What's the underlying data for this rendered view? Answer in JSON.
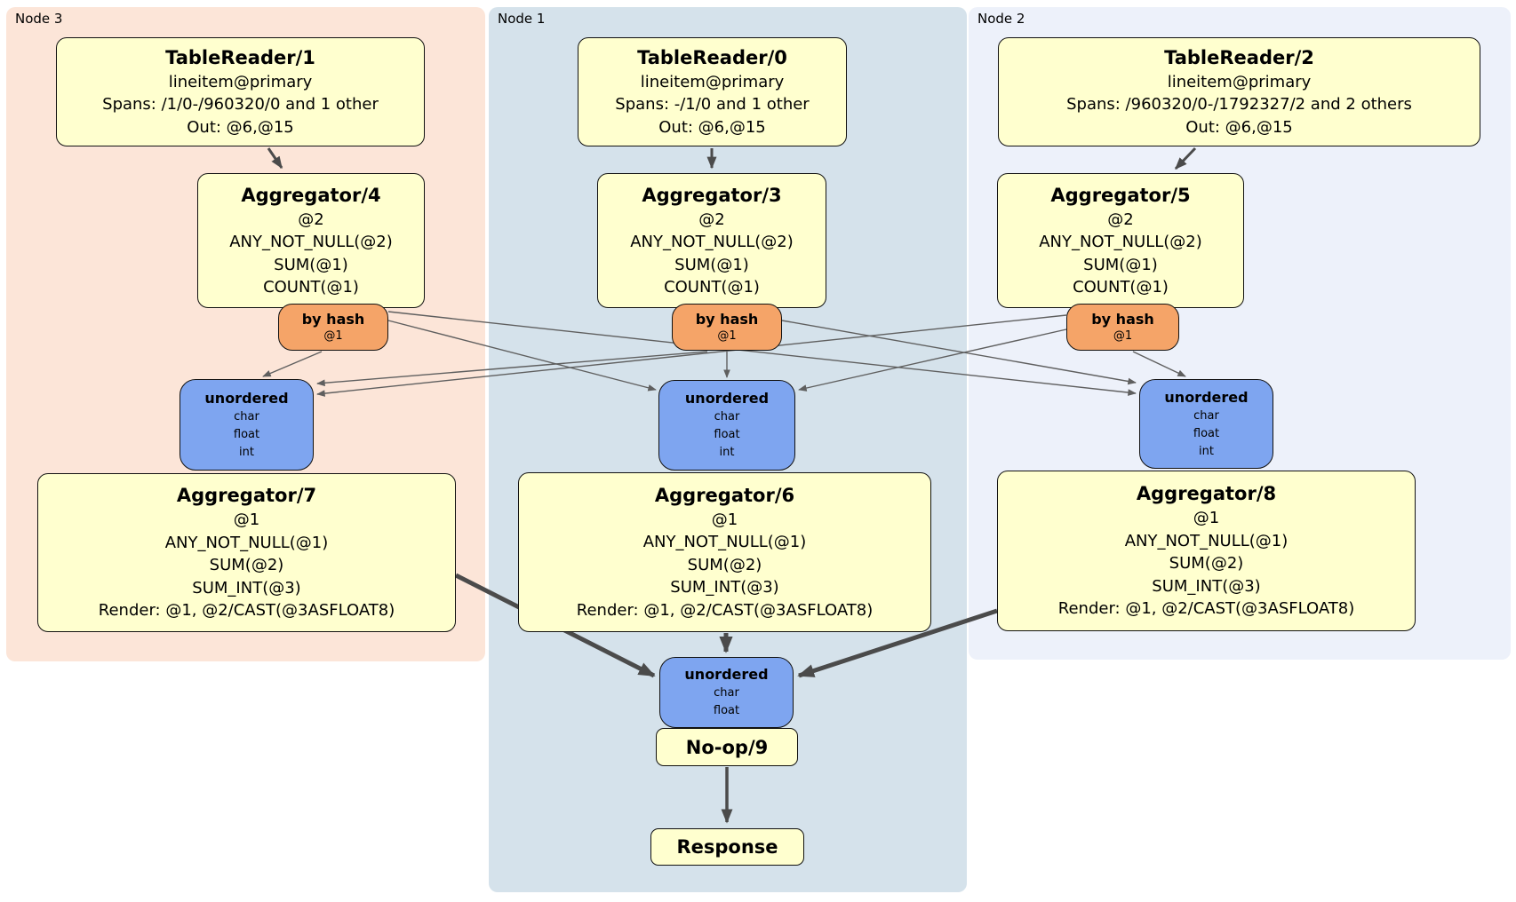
{
  "colors": {
    "panel_node3_bg": "#fce5d8",
    "panel_node1_bg": "#d5e2eb",
    "panel_node2_bg": "#edf1fa",
    "processor_fill": "#ffffcf",
    "router_fill": "#f5a468",
    "sync_fill": "#7ea5f0",
    "edge_thin": "#5f5f5f",
    "edge_thick": "#4b4b4b"
  },
  "panels": {
    "node3": {
      "label": "Node 3"
    },
    "node1": {
      "label": "Node 1"
    },
    "node2": {
      "label": "Node 2"
    }
  },
  "nodes": {
    "tr1": {
      "title": "TableReader/1",
      "lines": [
        "lineitem@primary",
        "Spans: /1/0-/960320/0 and 1 other",
        "Out: @6,@15"
      ]
    },
    "agg4": {
      "title": "Aggregator/4",
      "lines": [
        "@2",
        "ANY_NOT_NULL(@2)",
        "SUM(@1)",
        "COUNT(@1)"
      ]
    },
    "hash3": {
      "title": "by hash",
      "lines": [
        "@1"
      ]
    },
    "un3": {
      "title": "unordered",
      "lines": [
        "char",
        "float",
        "int"
      ]
    },
    "agg7": {
      "title": "Aggregator/7",
      "lines": [
        "@1",
        "ANY_NOT_NULL(@1)",
        "SUM(@2)",
        "SUM_INT(@3)",
        "Render: @1, @2/CAST(@3ASFLOAT8)"
      ]
    },
    "tr0": {
      "title": "TableReader/0",
      "lines": [
        "lineitem@primary",
        "Spans: -/1/0 and 1 other",
        "Out: @6,@15"
      ]
    },
    "agg3": {
      "title": "Aggregator/3",
      "lines": [
        "@2",
        "ANY_NOT_NULL(@2)",
        "SUM(@1)",
        "COUNT(@1)"
      ]
    },
    "hash1": {
      "title": "by hash",
      "lines": [
        "@1"
      ]
    },
    "un1": {
      "title": "unordered",
      "lines": [
        "char",
        "float",
        "int"
      ]
    },
    "agg6": {
      "title": "Aggregator/6",
      "lines": [
        "@1",
        "ANY_NOT_NULL(@1)",
        "SUM(@2)",
        "SUM_INT(@3)",
        "Render: @1, @2/CAST(@3ASFLOAT8)"
      ]
    },
    "unfinal": {
      "title": "unordered",
      "lines": [
        "char",
        "float"
      ]
    },
    "noop": {
      "title": "No-op/9"
    },
    "response": {
      "title": "Response"
    },
    "tr2": {
      "title": "TableReader/2",
      "lines": [
        "lineitem@primary",
        "Spans: /960320/0-/1792327/2 and 2 others",
        "Out: @6,@15"
      ]
    },
    "agg5": {
      "title": "Aggregator/5",
      "lines": [
        "@2",
        "ANY_NOT_NULL(@2)",
        "SUM(@1)",
        "COUNT(@1)"
      ]
    },
    "hash2": {
      "title": "by hash",
      "lines": [
        "@1"
      ]
    },
    "un2": {
      "title": "unordered",
      "lines": [
        "char",
        "float",
        "int"
      ]
    },
    "agg8": {
      "title": "Aggregator/8",
      "lines": [
        "@1",
        "ANY_NOT_NULL(@1)",
        "SUM(@2)",
        "SUM_INT(@3)",
        "Render: @1, @2/CAST(@3ASFLOAT8)"
      ]
    }
  }
}
